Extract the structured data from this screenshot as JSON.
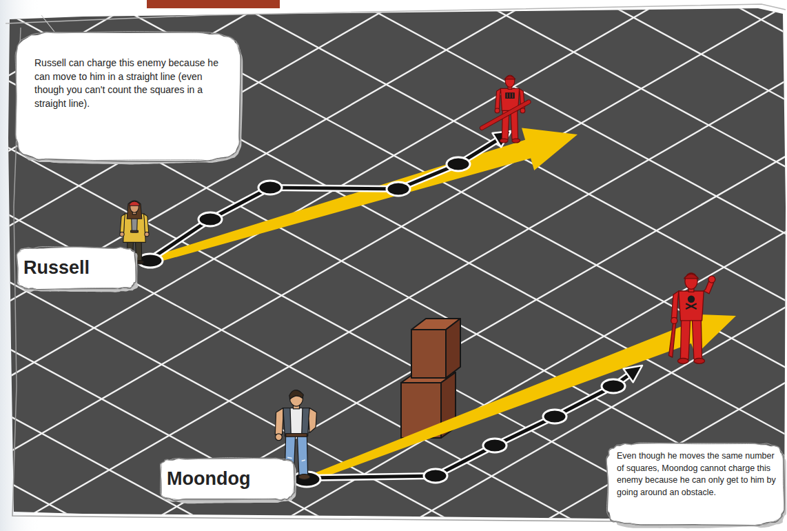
{
  "diagram": {
    "nodes": [
      {
        "text": [
          "Russell can charge this enemy because he can move to him in a straight line (even though you can't count the squares in a straight line)."
        ]
      },
      {
        "text": [
          "Russell"
        ]
      },
      {
        "text": [
          "Moondog"
        ]
      },
      {
        "text": [
          "Even though he moves the same number of squares, Moondog cannot charge this enemy because he can only get to him by going around an obstacle."
        ]
      }
    ]
  }
}
